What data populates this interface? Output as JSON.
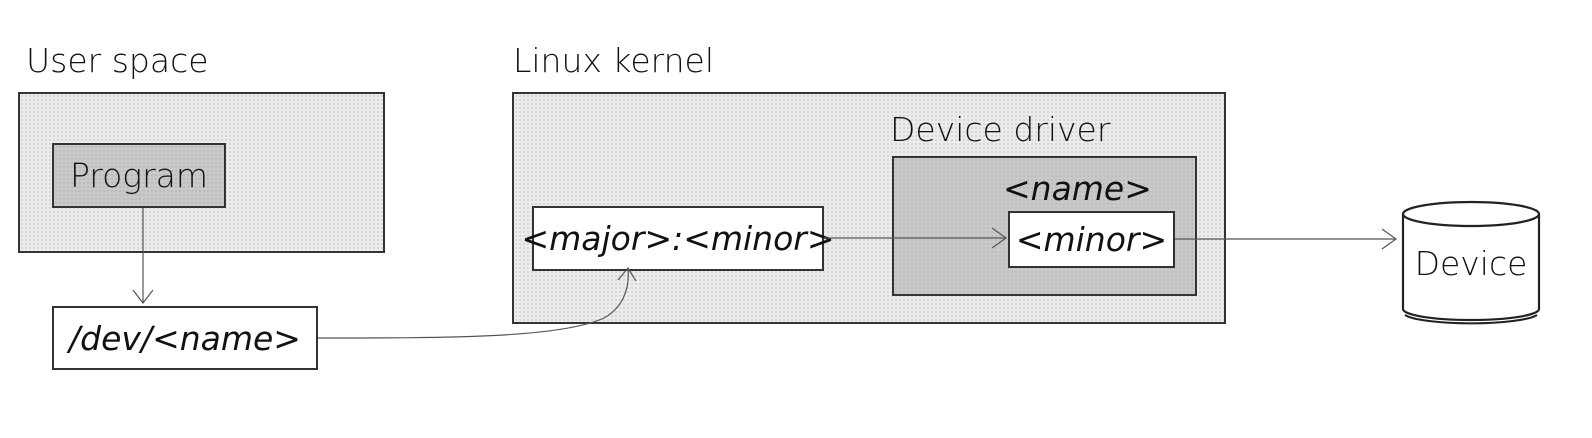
{
  "labels": {
    "user_space": "User space",
    "linux_kernel": "Linux kernel",
    "device_driver": "Device driver",
    "program": "Program",
    "dev_node": "/dev/<name>",
    "major_minor": "<major>:<minor>",
    "driver_name": "<name>",
    "minor": "<minor>",
    "device": "Device"
  },
  "colors": {
    "region_fill": "#ececec",
    "program_fill": "#c9c9c9",
    "driver_fill": "#c9c9c9",
    "line": "#555555"
  }
}
